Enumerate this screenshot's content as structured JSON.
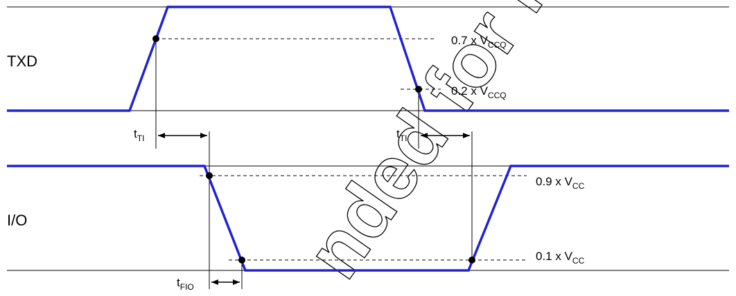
{
  "colors": {
    "signal": "#1f22d6",
    "guides": "#000000",
    "background": "#ffffff"
  },
  "signals": {
    "txd": {
      "label": "TXD"
    },
    "io": {
      "label": "I/O"
    }
  },
  "thresholds": {
    "txd_high": {
      "prefix": "0.7 x V",
      "sub": "CCQ"
    },
    "txd_low": {
      "prefix": "0.2 x V",
      "sub": "CCQ"
    },
    "io_high": {
      "prefix": "0.9 x V",
      "sub": "CC"
    },
    "io_low": {
      "prefix": "0.1 x V",
      "sub": "CC"
    }
  },
  "timings": {
    "tti_1": {
      "main": "t",
      "sub": "TI"
    },
    "tti_2": {
      "main": "t",
      "sub": "TI"
    },
    "tfio": {
      "main": "t",
      "sub": "FIO"
    }
  },
  "watermark": {
    "text": "nded for New D"
  }
}
